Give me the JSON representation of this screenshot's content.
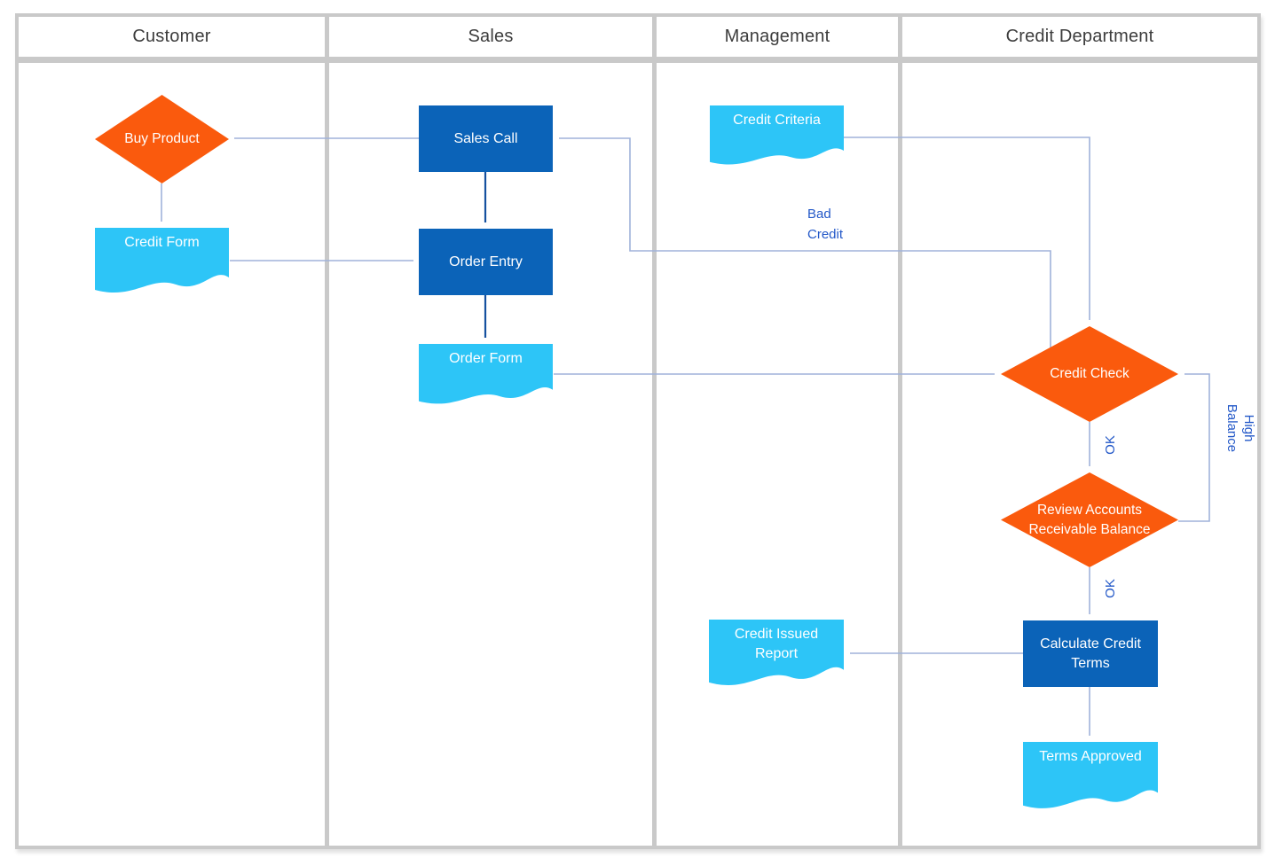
{
  "lanes": [
    {
      "label": "Customer"
    },
    {
      "label": "Sales"
    },
    {
      "label": "Management"
    },
    {
      "label": "Credit Department"
    }
  ],
  "nodes": {
    "buy_product": {
      "type": "decision",
      "label": "Buy Product"
    },
    "credit_form": {
      "type": "document",
      "label": "Credit Form"
    },
    "sales_call": {
      "type": "process",
      "label": "Sales Call"
    },
    "order_entry": {
      "type": "process",
      "label": "Order Entry"
    },
    "order_form": {
      "type": "document",
      "label": "Order Form"
    },
    "credit_criteria": {
      "type": "document",
      "label": "Credit Criteria"
    },
    "credit_check": {
      "type": "decision",
      "label": "Credit Check"
    },
    "review_ar": {
      "type": "decision",
      "lines": [
        "Review Accounts",
        "Receivable Balance"
      ]
    },
    "calc_terms": {
      "type": "process",
      "lines": [
        "Calculate Credit",
        "Terms"
      ]
    },
    "credit_issued": {
      "type": "document",
      "lines": [
        "Credit Issued",
        "Report"
      ]
    },
    "terms_approved": {
      "type": "document",
      "label": "Terms Approved"
    }
  },
  "edge_labels": {
    "bad_credit": {
      "lines": [
        "Bad",
        "Credit"
      ]
    },
    "ok_credit_check": "OK",
    "ok_review": "OK",
    "high_balance": {
      "lines": [
        "High",
        "Balance"
      ]
    }
  },
  "colors": {
    "process_fill": "#0b63b8",
    "decision_fill": "#fa5a0d",
    "document_fill": "#2dc5f7",
    "connector_light": "#a0b2da",
    "connector_dark": "#15509f",
    "edge_label_text": "#2358c8",
    "lane_border": "#c9c9c9",
    "header_text": "#3c3c3c",
    "shape_text": "#ffffff"
  }
}
